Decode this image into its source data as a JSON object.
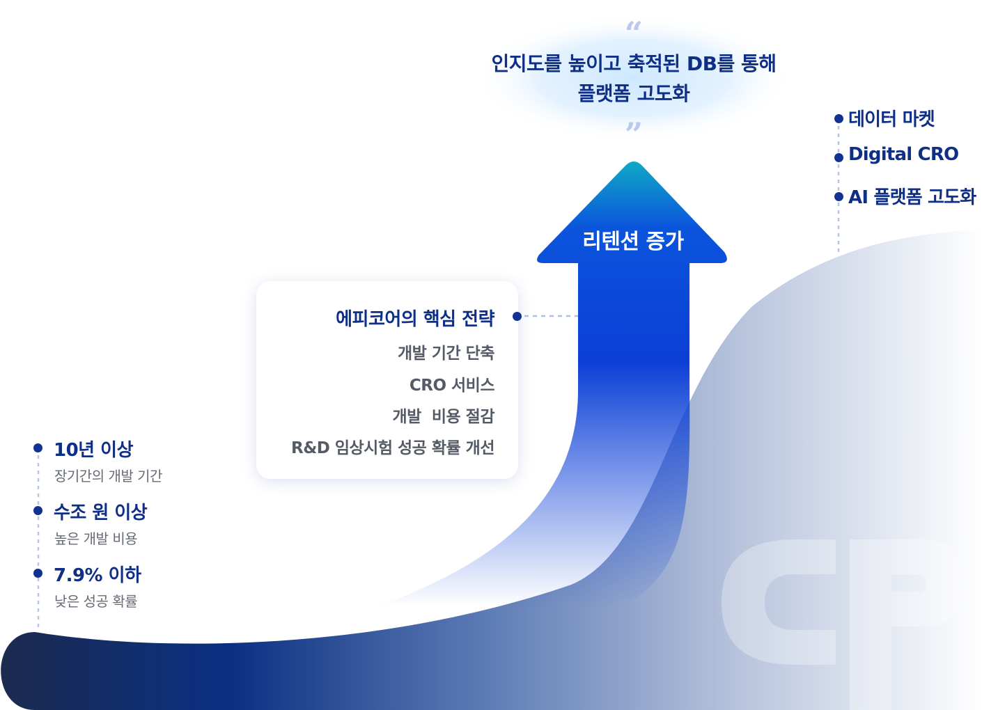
{
  "goal": {
    "line1": "인지도를 높이고 축적된 DB를 통해",
    "line2": "플랫폼 고도화",
    "quote_open": "“",
    "quote_close": "”"
  },
  "arrow": {
    "label": "리텐션 증가"
  },
  "strategy": {
    "title": "에피코어의 핵심 전략",
    "items": [
      "개발 기간 단축",
      "CRO 서비스",
      "개발  비용 절감",
      "R&D 임상시험 성공 확률 개선"
    ]
  },
  "problems": [
    {
      "title": "10년 이상",
      "desc": "장기간의 개발 기간"
    },
    {
      "title": "수조 원 이상",
      "desc": "높은 개발 비용"
    },
    {
      "title": "7.9% 이하",
      "desc": "낮은 성공 확률"
    }
  ],
  "future": [
    "데이터 마켓",
    "Digital CRO",
    "AI 플랫폼 고도화"
  ],
  "colors": {
    "navy": "#0f2f86",
    "dot": "#123291",
    "arrow_top": "#12a4c8",
    "arrow_body": "#0b3fd6",
    "gray_text": "#555b66"
  }
}
